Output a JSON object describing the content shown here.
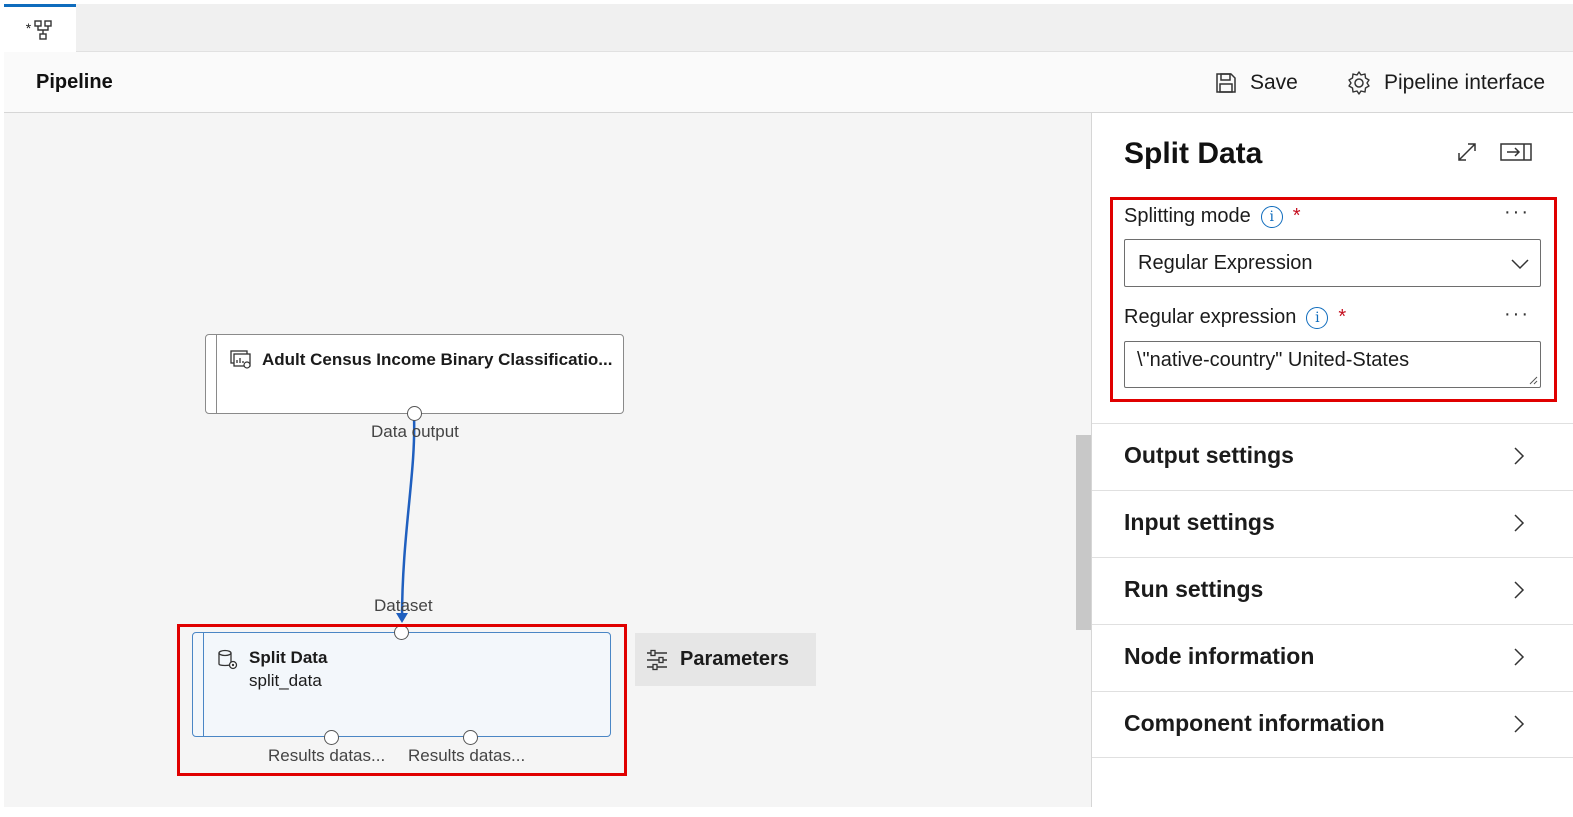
{
  "tab": {
    "label": "*"
  },
  "toolbar": {
    "title": "Pipeline",
    "save_label": "Save",
    "interface_label": "Pipeline interface"
  },
  "canvas": {
    "nodes": [
      {
        "title": "Adult Census Income Binary Classificatio...",
        "icon": "dataset-chart-icon",
        "output_port_label": "Data output"
      },
      {
        "title": "Split Data",
        "subtitle": "split_data",
        "icon": "database-gear-icon",
        "input_port_label": "Dataset",
        "output_port_labels": [
          "Results datas...",
          "Results datas..."
        ]
      }
    ],
    "parameters_button": "Parameters"
  },
  "panel": {
    "title": "Split Data",
    "splitting_mode": {
      "label": "Splitting mode",
      "required_mark": "*",
      "more": "···",
      "value": "Regular Expression"
    },
    "regex": {
      "label": "Regular expression",
      "required_mark": "*",
      "more": "···",
      "value": "\\\"native-country\" United-States"
    },
    "sections": [
      "Output settings",
      "Input settings",
      "Run settings",
      "Node information",
      "Component information"
    ]
  },
  "colors": {
    "accent": "#0f6cbd",
    "highlight": "#e00000",
    "edge": "#1f5fbf",
    "required": "#c50f1f"
  }
}
